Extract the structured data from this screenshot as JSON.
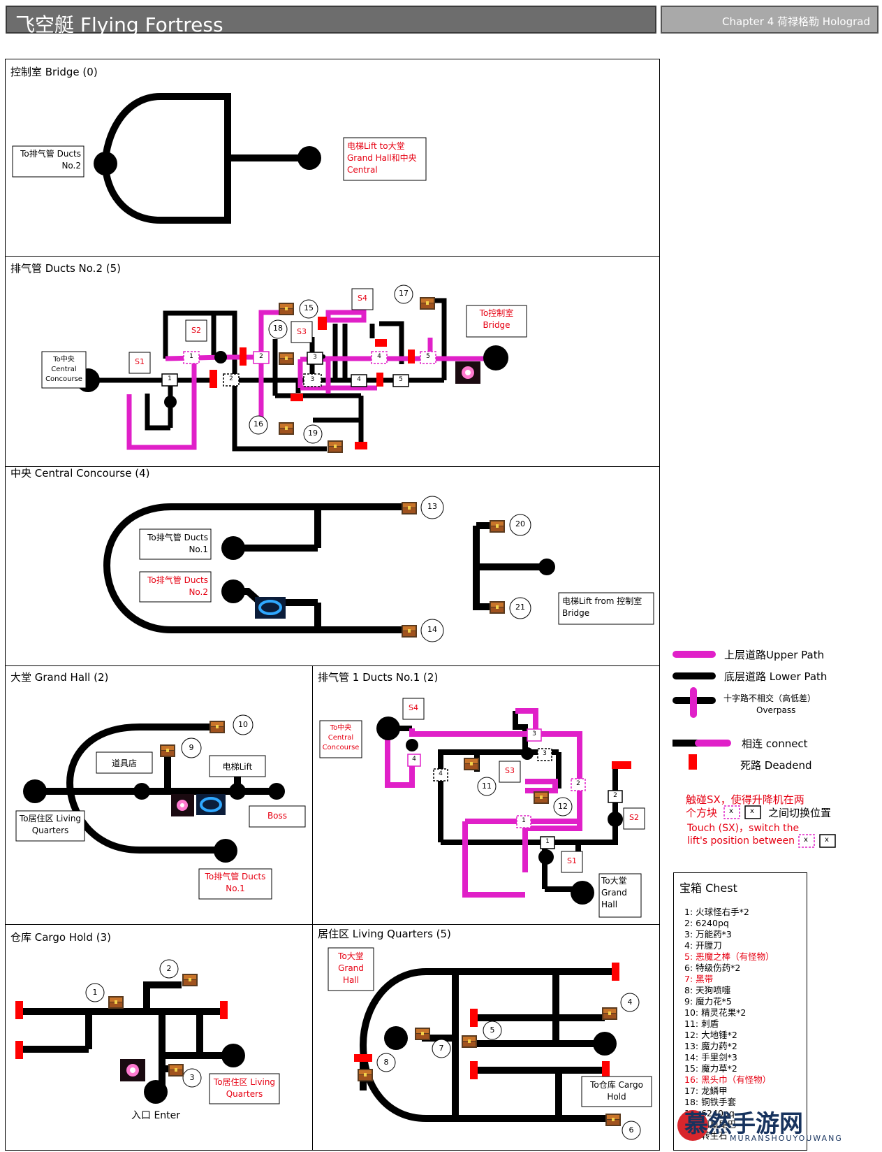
{
  "header": {
    "title": "飞空艇 Flying Fortress",
    "chapter": "Chapter 4 荷禄格勒 Holograd"
  },
  "panels": {
    "bridge": {
      "title": "控制室 Bridge (0)",
      "to_ducts2": [
        "To排气管 Ducts",
        "No.2"
      ],
      "lift": [
        "电梯Lift to大堂",
        "Grand Hall和中央",
        "Central"
      ]
    },
    "ducts2": {
      "title": "排气管 Ducts No.2 (5)",
      "to_central": [
        "To中央",
        "Central",
        "Concourse"
      ],
      "to_bridge": [
        "To控制室",
        "Bridge"
      ],
      "s_labels": [
        "S1",
        "S2",
        "S3",
        "S4"
      ],
      "nodes": [
        "1",
        "2",
        "3",
        "4",
        "5"
      ],
      "chests": [
        "15",
        "16",
        "17",
        "18",
        "19"
      ]
    },
    "central": {
      "title": "中央 Central Concourse (4)",
      "to_ducts1": [
        "To排气管 Ducts",
        "No.1"
      ],
      "to_ducts2": [
        "To排气管 Ducts",
        "No.2"
      ],
      "lift": [
        "电梯Lift from 控制室",
        "Bridge"
      ],
      "chests": [
        "13",
        "14",
        "20",
        "21"
      ]
    },
    "grand": {
      "title": "大堂 Grand Hall  (2)",
      "shop": "道具店",
      "lift": "电梯Lift",
      "boss": "Boss",
      "to_living": [
        "To居住区 Living",
        "Quarters"
      ],
      "to_ducts1": [
        "To排气管 Ducts",
        "No.1"
      ],
      "chests": [
        "9",
        "10"
      ]
    },
    "ducts1": {
      "title": "排气管 1 Ducts No.1 (2)",
      "to_central": [
        "To中央",
        "Central",
        "Concourse"
      ],
      "to_grand": [
        "To大堂",
        "Grand",
        "Hall"
      ],
      "s_labels": [
        "S4",
        "S3",
        "S2",
        "S1"
      ],
      "nodes": [
        "1",
        "2",
        "3",
        "4"
      ],
      "chests": [
        "11",
        "12"
      ]
    },
    "cargo": {
      "title": "仓库 Cargo Hold  (3)",
      "enter": "入口 Enter",
      "to_living": [
        "To居住区 Living",
        "Quarters"
      ],
      "chests": [
        "1",
        "2",
        "3"
      ]
    },
    "living": {
      "title": "居住区 Living Quarters  (5)",
      "to_grand": [
        "To大堂",
        "Grand",
        "Hall"
      ],
      "to_cargo": [
        "To仓库 Cargo",
        "Hold"
      ],
      "chests": [
        "4",
        "5",
        "6",
        "7",
        "8"
      ]
    }
  },
  "legend": {
    "upper": "上层道路Upper  Path",
    "lower": "底层道路 Lower Path",
    "overpass": "十字路不相交（高低差）",
    "overpass2": "Overpass",
    "connect": "相连 connect",
    "deadend": "死路 Deadend",
    "note_cn": [
      "触碰SX，使得升降机在两",
      "个方块",
      "之间切换位置"
    ],
    "note_en": [
      "Touch (SX)，switch the",
      "lift's  position between"
    ],
    "x": "x"
  },
  "chest": {
    "title": "宝箱 Chest",
    "items": [
      {
        "t": "1: 火球怪右手*2",
        "c": "#000"
      },
      {
        "t": "2: 6240pq",
        "c": "#000"
      },
      {
        "t": "3: 万能药*3",
        "c": "#000"
      },
      {
        "t": "4: 开膛刀",
        "c": "#000"
      },
      {
        "t": "5: 恶魔之棒（有怪物）",
        "c": "#e60012"
      },
      {
        "t": "6: 特级伤药*2",
        "c": "#000"
      },
      {
        "t": "7: 黑带",
        "c": "#e60012"
      },
      {
        "t": "8: 天狗喷嚏",
        "c": "#000"
      },
      {
        "t": "9: 魔力花*5",
        "c": "#000"
      },
      {
        "t": "10: 精灵花果*2",
        "c": "#000"
      },
      {
        "t": "11: 刺盾",
        "c": "#000"
      },
      {
        "t": "12: 大地锤*2",
        "c": "#000"
      },
      {
        "t": "13: 魔力药*2",
        "c": "#000"
      },
      {
        "t": "14: 手里剑*3",
        "c": "#000"
      },
      {
        "t": "15: 魔力草*2",
        "c": "#000"
      },
      {
        "t": "16: 黑头巾（有怪物）",
        "c": "#e60012"
      },
      {
        "t": "17: 龙鳞甲",
        "c": "#000"
      },
      {
        "t": "18: 铜铁手套",
        "c": "#000"
      },
      {
        "t": "19: 6240pq",
        "c": "#000"
      },
      {
        "t": "20: 凤凰尾巴",
        "c": "#000"
      },
      {
        "t": "21: 转生石",
        "c": "#000"
      }
    ]
  },
  "watermark": {
    "cn": "慕然手游网",
    "en": "MURANSHOUYOUWANG"
  },
  "colors": {
    "upper": "#e020c8",
    "lower": "#000000",
    "deadend": "#ff0000",
    "label_red": "#e60012"
  }
}
